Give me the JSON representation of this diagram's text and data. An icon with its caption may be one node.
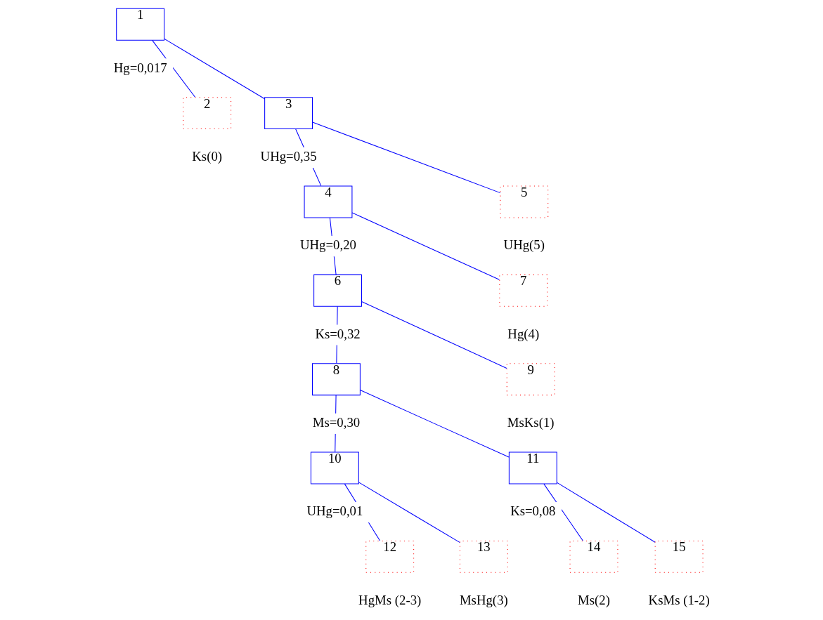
{
  "diagram": {
    "nodes": [
      {
        "text": [
          "1"
        ],
        "beside": [
          "Hg=0,017"
        ]
      },
      {
        "text": [
          "2"
        ],
        "beside": [
          "Ks(0)"
        ]
      },
      {
        "text": [
          "3"
        ],
        "beside": [
          "UHg=0,35"
        ]
      },
      {
        "text": [
          "4"
        ],
        "beside": [
          "UHg=0,20"
        ]
      },
      {
        "text": [
          "5"
        ],
        "beside": [
          "UHg(5)"
        ]
      },
      {
        "text": [
          "6"
        ],
        "beside": [
          "Ks=0,32"
        ]
      },
      {
        "text": [
          "7"
        ],
        "beside": [
          "Hg(4)"
        ]
      },
      {
        "text": [
          "8"
        ],
        "beside": [
          "Ms=0,30"
        ]
      },
      {
        "text": [
          "9"
        ],
        "beside": [
          "MsKs(1)"
        ]
      },
      {
        "text": [
          "10"
        ],
        "beside": [
          "UHg=0,01"
        ]
      },
      {
        "text": [
          "11"
        ],
        "beside": [
          "Ks=0,08"
        ]
      },
      {
        "text": [
          "12"
        ],
        "beside": [
          "HgMs (2-3)"
        ]
      },
      {
        "text": [
          "13"
        ],
        "beside": [
          "MsHg(3)"
        ]
      },
      {
        "text": [
          "14"
        ],
        "beside": [
          "Ms(2)"
        ]
      },
      {
        "text": [
          "15"
        ],
        "beside": [
          "KsMs (1-2)"
        ]
      }
    ],
    "edges": [
      {
        "from": 0,
        "to": 1,
        "arrow": "none"
      },
      {
        "from": 0,
        "to": 2,
        "arrow": "none"
      },
      {
        "from": 2,
        "to": 3,
        "arrow": "none"
      },
      {
        "from": 2,
        "to": 4,
        "arrow": "none"
      },
      {
        "from": 3,
        "to": 5,
        "arrow": "none"
      },
      {
        "from": 3,
        "to": 6,
        "arrow": "none"
      },
      {
        "from": 5,
        "to": 7,
        "arrow": "none"
      },
      {
        "from": 5,
        "to": 8,
        "arrow": "none"
      },
      {
        "from": 7,
        "to": 9,
        "arrow": "none"
      },
      {
        "from": 7,
        "to": 10,
        "arrow": "none"
      },
      {
        "from": 9,
        "to": 11,
        "arrow": "none"
      },
      {
        "from": 9,
        "to": 12,
        "arrow": "none"
      },
      {
        "from": 10,
        "to": 13,
        "arrow": "none"
      },
      {
        "from": 10,
        "to": 14,
        "arrow": "none"
      }
    ]
  }
}
